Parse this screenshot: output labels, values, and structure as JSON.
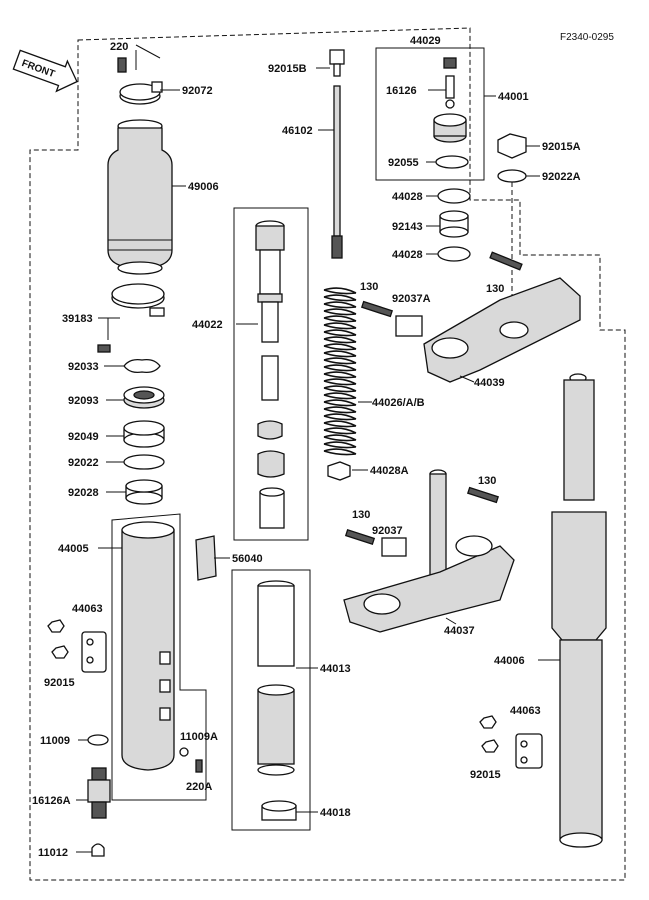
{
  "drawing_code": "F2340-0295",
  "front_label": "FRONT",
  "parts": {
    "p220": "220",
    "p92072": "92072",
    "p49006": "49006",
    "p39183": "39183",
    "p92033": "92033",
    "p92093": "92093",
    "p92049": "92049",
    "p92022": "92022",
    "p92028": "92028",
    "p44005": "44005",
    "p44063_left": "44063",
    "p92015_left": "92015",
    "p11009": "11009",
    "p11009A": "11009A",
    "p220A": "220A",
    "p16126A": "16126A",
    "p11012": "11012",
    "p44022": "44022",
    "p56040": "56040",
    "p44013": "44013",
    "p44018": "44018",
    "p92015B": "92015B",
    "p46102": "46102",
    "p44026": "44026/A/B",
    "p44028A": "44028A",
    "p44029": "44029",
    "p16126": "16126",
    "p92055": "92055",
    "p44001": "44001",
    "p44028_a": "44028",
    "p92143": "92143",
    "p44028_b": "44028",
    "p92015A": "92015A",
    "p92022A": "92022A",
    "p130_a": "130",
    "p92037A": "92037A",
    "p130_b": "130",
    "p44039": "44039",
    "p130_c": "130",
    "p130_d": "130",
    "p92037": "92037",
    "p44037": "44037",
    "p44006": "44006",
    "p44063_right": "44063",
    "p92015_right": "92015"
  }
}
